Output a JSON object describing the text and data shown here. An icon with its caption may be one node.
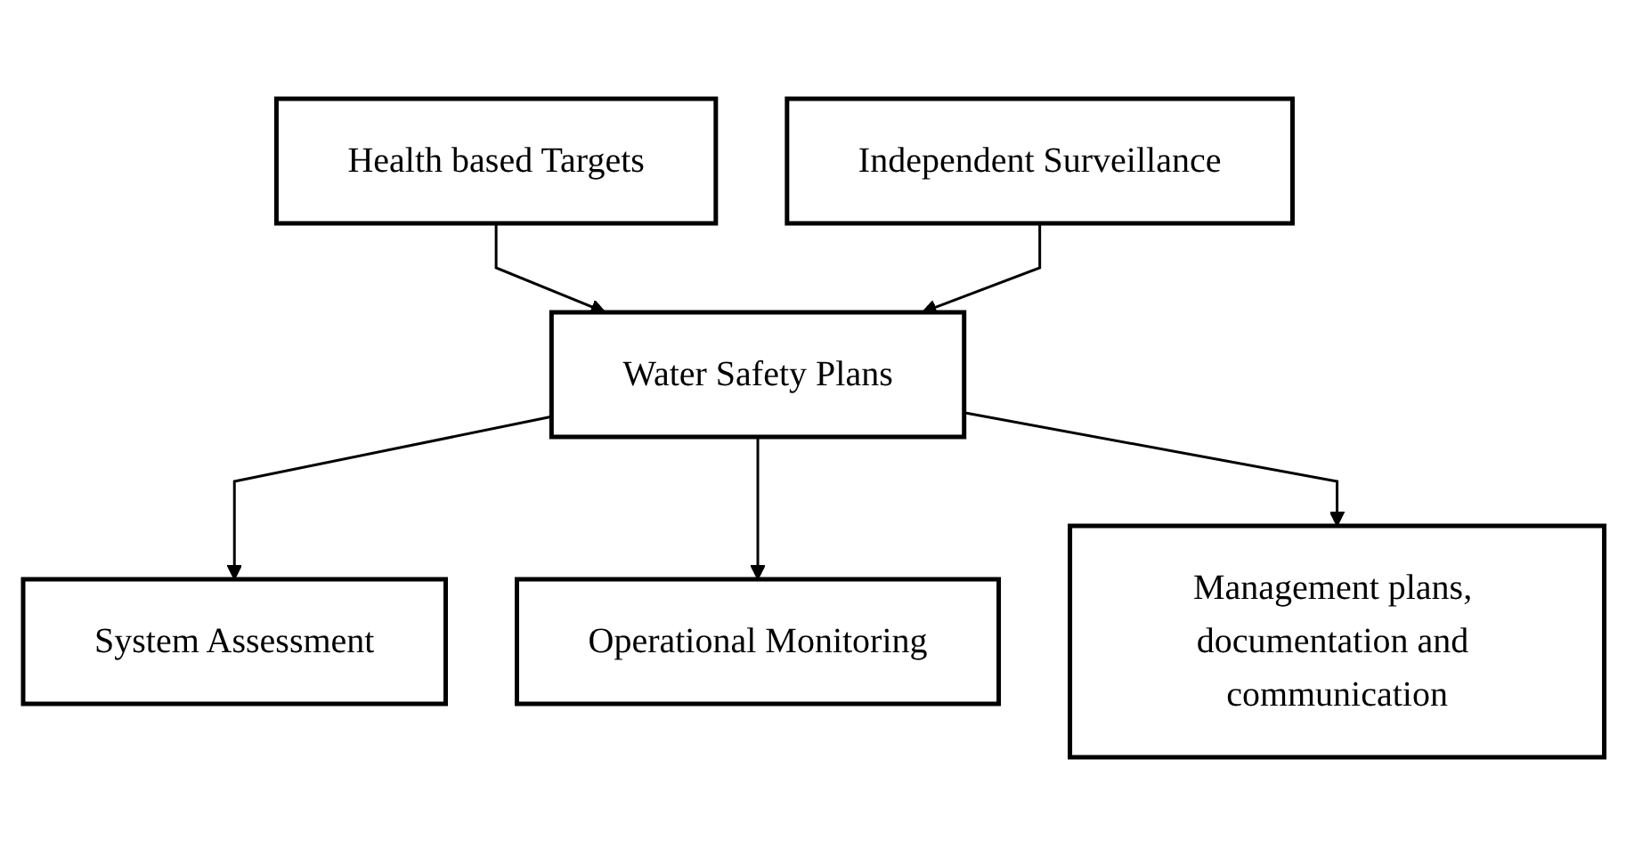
{
  "diagram": {
    "nodes": [
      {
        "text": [
          "Health based Targets"
        ]
      },
      {
        "text": [
          "Water Safety Plans"
        ]
      },
      {
        "text": [
          "Independent Surveillance"
        ]
      },
      {
        "text": [
          "System Assessment"
        ]
      },
      {
        "text": [
          "Operational Monitoring"
        ]
      },
      {
        "text": [
          "Management plans, documentation and communication"
        ]
      }
    ],
    "edges": [
      {
        "from": 0,
        "to": 1,
        "arrow": "to"
      },
      {
        "from": 2,
        "to": 1,
        "arrow": "to"
      },
      {
        "from": 1,
        "to": 3,
        "arrow": "to"
      },
      {
        "from": 1,
        "to": 4,
        "arrow": "to"
      },
      {
        "from": 1,
        "to": 5,
        "arrow": "to"
      }
    ]
  }
}
